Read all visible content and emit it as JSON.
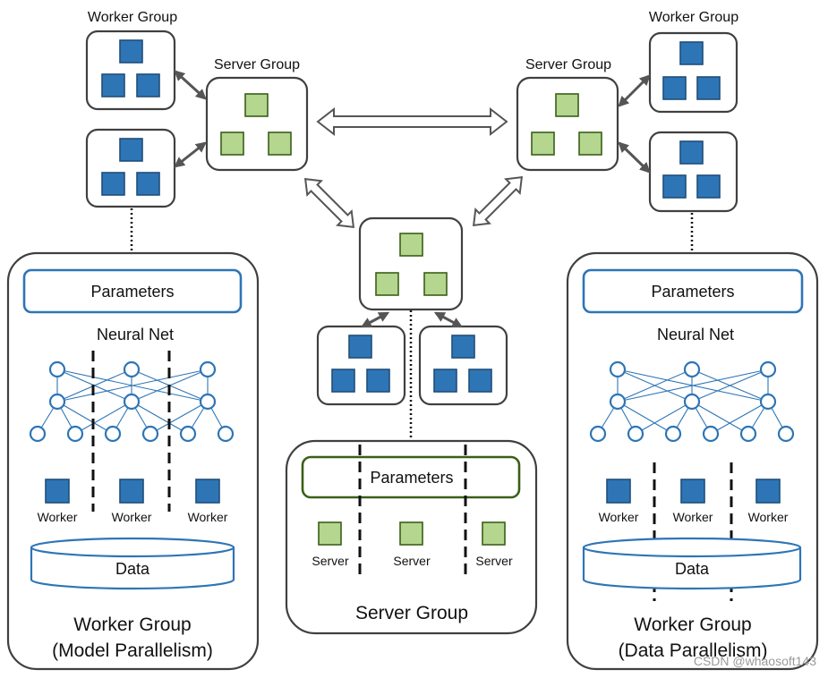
{
  "labels": {
    "worker_group": "Worker Group",
    "server_group": "Server Group",
    "parameters": "Parameters",
    "neural_net": "Neural Net",
    "worker": "Worker",
    "server": "Server",
    "data": "Data",
    "model_parallelism": "(Model Parallelism)",
    "data_parallelism": "(Data Parallelism)"
  },
  "watermark": "CSDN @whaosoft143",
  "colors": {
    "worker_square": "#2e75b6",
    "server_square": "#b4d68e",
    "outline": "#404040"
  }
}
